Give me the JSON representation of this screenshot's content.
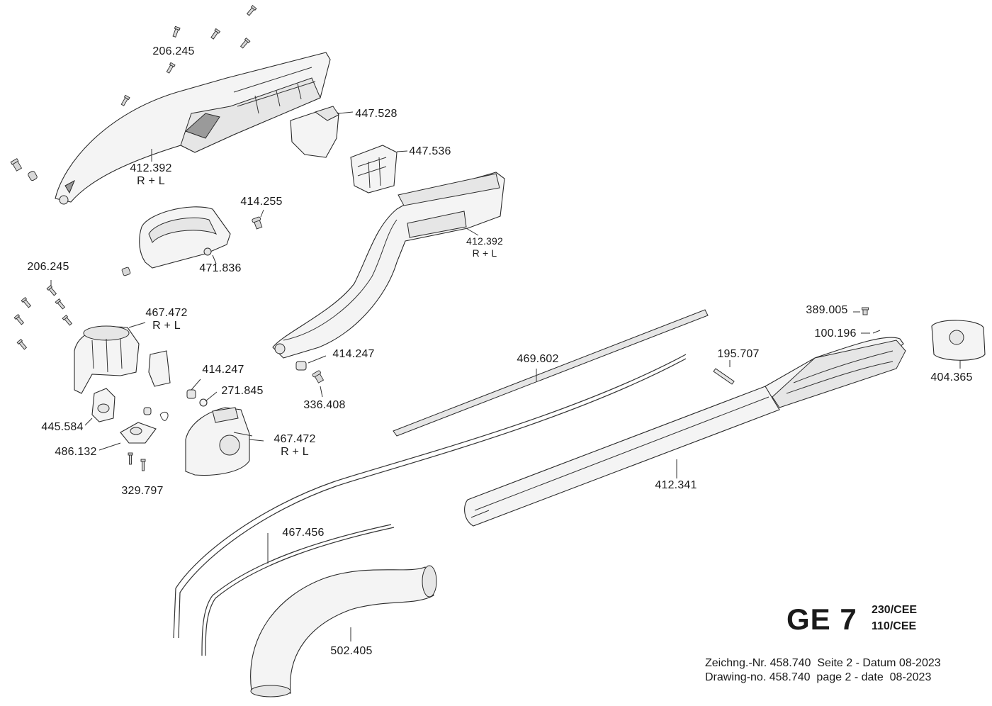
{
  "drawing": {
    "model": "GE 7",
    "variants": [
      "230/CEE",
      "110/CEE"
    ],
    "footer_de": "Zeichng.-Nr. 458.740  Seite 2 - Datum 08-2023",
    "footer_en": "Drawing-no. 458.740  page 2 - date  08-2023"
  },
  "parts": [
    {
      "id": "p206245a",
      "number": "206.245",
      "sub": ""
    },
    {
      "id": "p447528",
      "number": "447.528",
      "sub": ""
    },
    {
      "id": "p447536",
      "number": "447.536",
      "sub": ""
    },
    {
      "id": "p412392a",
      "number": "412.392",
      "sub": "R + L"
    },
    {
      "id": "p414255",
      "number": "414.255",
      "sub": ""
    },
    {
      "id": "p412392b",
      "number": "412.392",
      "sub": "R + L"
    },
    {
      "id": "p471836",
      "number": "471.836",
      "sub": ""
    },
    {
      "id": "p206245b",
      "number": "206.245",
      "sub": ""
    },
    {
      "id": "p467472a",
      "number": "467.472",
      "sub": "R + L"
    },
    {
      "id": "p414247a",
      "number": "414.247",
      "sub": ""
    },
    {
      "id": "p414247b",
      "number": "414.247",
      "sub": ""
    },
    {
      "id": "p271845",
      "number": "271.845",
      "sub": ""
    },
    {
      "id": "p336408",
      "number": "336.408",
      "sub": ""
    },
    {
      "id": "p469602",
      "number": "469.602",
      "sub": ""
    },
    {
      "id": "p389005",
      "number": "389.005",
      "sub": ""
    },
    {
      "id": "p100196",
      "number": "100.196",
      "sub": ""
    },
    {
      "id": "p195707",
      "number": "195.707",
      "sub": ""
    },
    {
      "id": "p404365",
      "number": "404.365",
      "sub": ""
    },
    {
      "id": "p445584",
      "number": "445.584",
      "sub": ""
    },
    {
      "id": "p467472b",
      "number": "467.472",
      "sub": "R + L"
    },
    {
      "id": "p486132",
      "number": "486.132",
      "sub": ""
    },
    {
      "id": "p329797",
      "number": "329.797",
      "sub": ""
    },
    {
      "id": "p412341",
      "number": "412.341",
      "sub": ""
    },
    {
      "id": "p467456",
      "number": "467.456",
      "sub": ""
    },
    {
      "id": "p502405",
      "number": "502.405",
      "sub": ""
    }
  ]
}
